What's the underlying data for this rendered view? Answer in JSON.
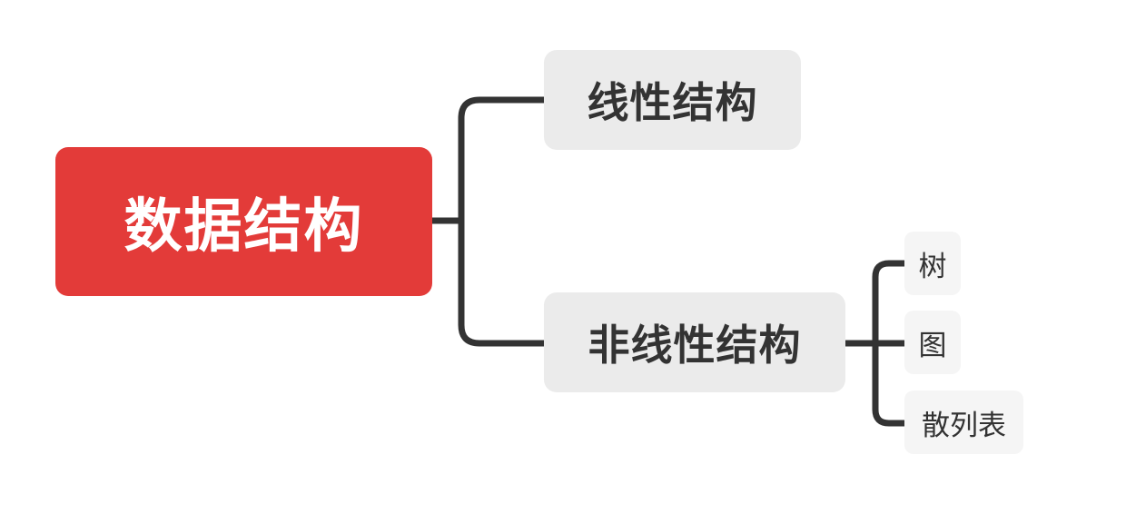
{
  "diagram": {
    "type": "mind-map",
    "colors": {
      "root_fill": "#e33b39",
      "root_text": "#ffffff",
      "main_fill": "#ebebeb",
      "sub_fill": "#f5f5f5",
      "text": "#333333",
      "connector": "#333333"
    },
    "root": {
      "label": "数据结构"
    },
    "branches": [
      {
        "label": "线性结构",
        "children": []
      },
      {
        "label": "非线性结构",
        "children": [
          {
            "label": "树"
          },
          {
            "label": "图"
          },
          {
            "label": "散列表"
          }
        ]
      }
    ]
  }
}
